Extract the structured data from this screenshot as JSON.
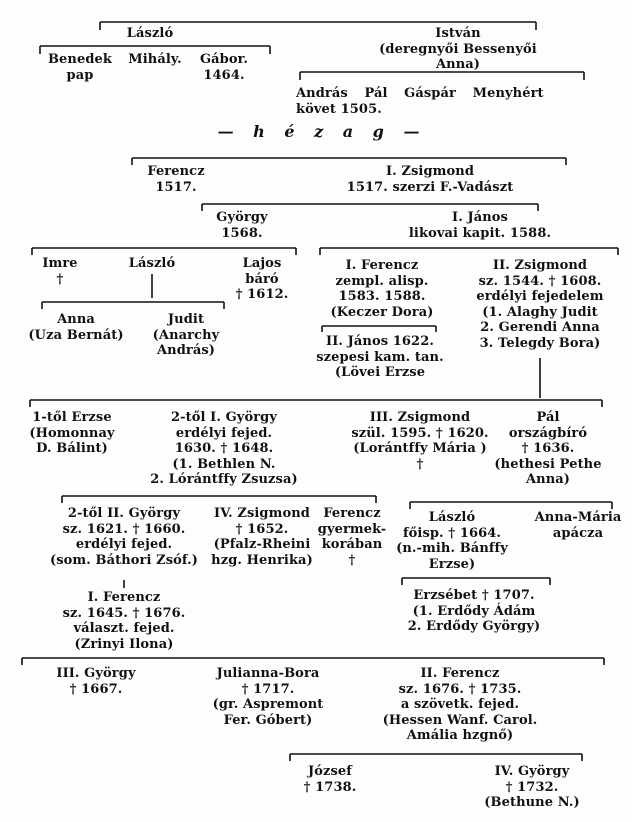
{
  "nodes": {
    "laszlo": [
      "László"
    ],
    "istvan": [
      "István",
      "(deregnyői Bessenyői",
      "Anna)"
    ],
    "benedek": [
      "Benedek",
      "pap"
    ],
    "mihaly": [
      "Mihály."
    ],
    "gabor": [
      "Gábor.",
      "1464."
    ],
    "andras": [
      "András Pál Gáspár Menyhért",
      "követ 1505."
    ],
    "hezag": [
      "— h é z a g —"
    ],
    "ferencz1517": [
      "Ferencz",
      "1517."
    ],
    "zsigmond1": [
      "I. Zsigmond",
      "1517. szerzi F.-Vadászt"
    ],
    "gyorgy1568": [
      "György",
      "1568."
    ],
    "janos1": [
      "I. János",
      "likovai kapit. 1588."
    ],
    "imre": [
      "Imre",
      "†"
    ],
    "laszlo2": [
      "László"
    ],
    "lajos": [
      "Lajos",
      "báró",
      "† 1612."
    ],
    "anna_uza": [
      "Anna",
      "(Uza Bernát)"
    ],
    "judit": [
      "Judit",
      "(Anarchy",
      "András)"
    ],
    "ferencz1": [
      "I. Ferencz",
      "zempl. alisp.",
      "1583. 1588.",
      "(Keczer Dora)"
    ],
    "zsigmond2": [
      "II. Zsigmond",
      "sz. 1544. † 1608.",
      "erdélyi fejedelem",
      "(1. Alaghy Judit",
      "2. Gerendi Anna",
      "3. Telegdy Bora)"
    ],
    "janos2": [
      "II. János 1622.",
      "szepesi kam. tan.",
      "(Lövei Erzse"
    ],
    "erzse": [
      "1-től Erzse",
      "(Homonnay",
      "D. Bálint)"
    ],
    "gyorgy1": [
      "2-től I. György",
      "erdélyi fejed.",
      "1630. † 1648.",
      "(1. Bethlen N.",
      "2. Lórántffy Zsuzsa)"
    ],
    "zsigmond3": [
      "III. Zsigmond",
      "szül. 1595. † 1620.",
      "(Lorántffy Mária )",
      "†"
    ],
    "pal": [
      "Pál",
      "országbíró",
      "† 1636.",
      "(hethesi Pethe",
      "Anna)"
    ],
    "gyorgy2": [
      "2-től II. György",
      "sz. 1621. † 1660.",
      "erdélyi fejed.",
      "(som. Báthori Zsóf.)"
    ],
    "zsigmond4": [
      "IV. Zsigmond",
      "† 1652.",
      "(Pfalz-Rheini",
      "hzg. Henrika)"
    ],
    "ferencz_gyermek": [
      "Ferencz",
      "gyermek-",
      "korában",
      "†"
    ],
    "laszlo3": [
      "László",
      "főisp. † 1664.",
      "(n.-mih. Bánffy",
      "Erzse)"
    ],
    "anna_maria": [
      "Anna-Mária",
      "apácza"
    ],
    "ferencz2": [
      "I. Ferencz",
      "sz. 1645. † 1676.",
      "választ. fejed.",
      "(Zrinyi Ilona)"
    ],
    "erzsebet": [
      "Erzsébet † 1707.",
      "(1. Erdődy Ádám",
      "2. Erdődy György)"
    ],
    "gyorgy3": [
      "III. György",
      "† 1667."
    ],
    "julianna": [
      "Julianna-Bora",
      "† 1717.",
      "(gr. Aspremont",
      "Fer. Góbert)"
    ],
    "ferencz3": [
      "II. Ferencz",
      "sz. 1676. † 1735.",
      "a szövetk. fejed.",
      "(Hessen Wanf. Carol.",
      "Amália hzgnő)"
    ],
    "jozsef": [
      "József",
      "† 1738."
    ],
    "gyorgy4": [
      "IV. György",
      "† 1732.",
      "(Bethune N.)"
    ]
  }
}
